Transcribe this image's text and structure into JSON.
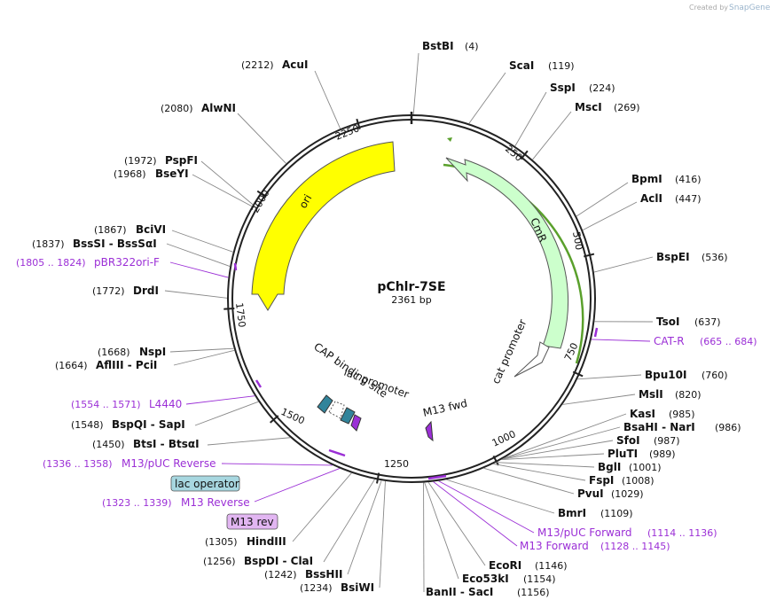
{
  "credit": {
    "prefix": "Created by",
    "brand": "SnapGene"
  },
  "plasmid": {
    "name": "pChlr-7SE",
    "size_label": "2361 bp",
    "length": 2361
  },
  "ticks": [
    "250",
    "500",
    "750",
    "1000",
    "1250",
    "1500",
    "1750",
    "2000",
    "2250"
  ],
  "sites": [
    {
      "name": "BstBI",
      "pos": "(4)"
    },
    {
      "name": "ScaI",
      "pos": "(119)"
    },
    {
      "name": "SspI",
      "pos": "(224)"
    },
    {
      "name": "MscI",
      "pos": "(269)"
    },
    {
      "name": "BpmI",
      "pos": "(416)"
    },
    {
      "name": "AclI",
      "pos": "(447)"
    },
    {
      "name": "BspEI",
      "pos": "(536)"
    },
    {
      "name": "TsoI",
      "pos": "(637)"
    },
    {
      "name": "Bpu10I",
      "pos": "(760)"
    },
    {
      "name": "MslI",
      "pos": "(820)"
    },
    {
      "name": "KasI",
      "pos": "(985)"
    },
    {
      "name": "BsaHI - NarI",
      "pos": "(986)"
    },
    {
      "name": "SfoI",
      "pos": "(987)"
    },
    {
      "name": "PluTI",
      "pos": "(989)"
    },
    {
      "name": "BglI",
      "pos": "(1001)"
    },
    {
      "name": "FspI",
      "pos": "(1008)"
    },
    {
      "name": "PvuI",
      "pos": "(1029)"
    },
    {
      "name": "BmrI",
      "pos": "(1109)"
    },
    {
      "name": "EcoRI",
      "pos": "(1146)"
    },
    {
      "name": "Eco53kI",
      "pos": "(1154)"
    },
    {
      "name": "BanII - SacI",
      "pos": "(1156)"
    },
    {
      "name": "AcuI",
      "pos": "(2212)"
    },
    {
      "name": "AlwNI",
      "pos": "(2080)"
    },
    {
      "name": "PspFI",
      "pos": "(1972)"
    },
    {
      "name": "BseYI",
      "pos": "(1968)"
    },
    {
      "name": "BciVI",
      "pos": "(1867)"
    },
    {
      "name": "BssSI - BssSαI",
      "pos": "(1837)"
    },
    {
      "name": "DrdI",
      "pos": "(1772)"
    },
    {
      "name": "NspI",
      "pos": "(1668)"
    },
    {
      "name": "AflIII - PciI",
      "pos": "(1664)"
    },
    {
      "name": "BspQI - SapI",
      "pos": "(1548)"
    },
    {
      "name": "BtsI - BtsαI",
      "pos": "(1450)"
    },
    {
      "name": "HindIII",
      "pos": "(1305)"
    },
    {
      "name": "BspDI - ClaI",
      "pos": "(1256)"
    },
    {
      "name": "BssHII",
      "pos": "(1242)"
    },
    {
      "name": "BsiWI",
      "pos": "(1234)"
    }
  ],
  "primers": [
    {
      "name": "pBR322ori-F",
      "range": "(1805 .. 1824)"
    },
    {
      "name": "CAT-R",
      "range": "(665 .. 684)"
    },
    {
      "name": "L4440",
      "range": "(1554 .. 1571)"
    },
    {
      "name": "M13/pUC Reverse",
      "range": "(1336 .. 1358)"
    },
    {
      "name": "M13 Reverse",
      "range": "(1323 .. 1339)"
    },
    {
      "name": "M13/pUC Forward",
      "range": "(1114 .. 1136)"
    },
    {
      "name": "M13 Forward",
      "range": "(1128 .. 1145)"
    }
  ],
  "features": [
    {
      "name": "ori",
      "color": "#ffff00"
    },
    {
      "name": "CmR",
      "color": "#ccffcc"
    },
    {
      "name": "cat promoter",
      "color": "#ffffff"
    },
    {
      "name": "CAP binding site",
      "color": "#31849b"
    },
    {
      "name": "lac promoter",
      "color": "#ffffff"
    },
    {
      "name": "M13 fwd",
      "color": "#9b2fd6"
    }
  ],
  "boxes": {
    "lac_operator": "lac operator",
    "m13_rev": "M13 rev"
  },
  "colors": {
    "primer": "#9b2fd6",
    "ori": "#ffff00",
    "cmr": "#ccffcc",
    "cmr_outline": "#5aa02c",
    "cap": "#31849b",
    "lac_operator_box": "#a7d7e0",
    "m13_rev_box": "#e2b6f2"
  }
}
